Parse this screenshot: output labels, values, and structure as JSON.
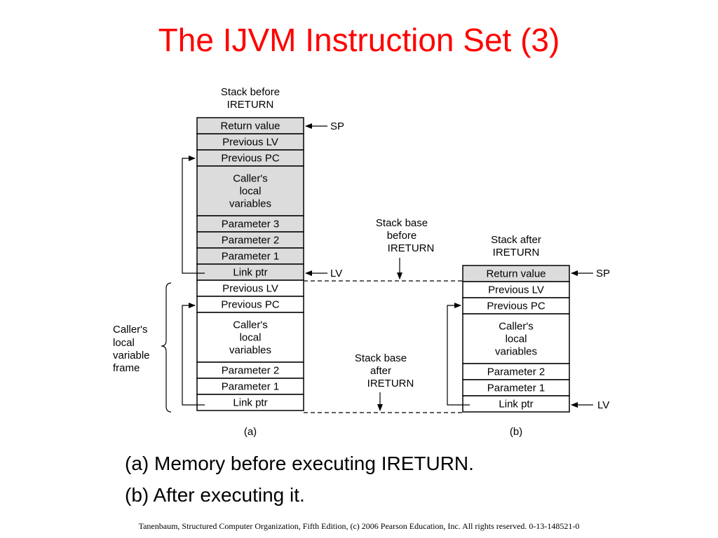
{
  "title": "The IJVM Instruction Set (3)",
  "diagram": {
    "stack_before_label": [
      "Stack before",
      "IRETURN"
    ],
    "stack_after_label": [
      "Stack after",
      "IRETURN"
    ],
    "base_before_label": [
      "Stack base",
      "before",
      "IRETURN"
    ],
    "base_after_label": [
      "Stack base",
      "after",
      "IRETURN"
    ],
    "caller_frame_label": [
      "Caller's",
      "local",
      "variable",
      "frame"
    ],
    "sp_label": "SP",
    "lv_label": "LV",
    "stack_a": [
      {
        "label": [
          "Return value"
        ],
        "shaded": true
      },
      {
        "label": [
          "Previous LV"
        ],
        "shaded": true
      },
      {
        "label": [
          "Previous PC"
        ],
        "shaded": true
      },
      {
        "label": [
          "Caller's",
          "local",
          "variables"
        ],
        "shaded": true
      },
      {
        "label": [
          "Parameter 3"
        ],
        "shaded": true
      },
      {
        "label": [
          "Parameter 2"
        ],
        "shaded": true
      },
      {
        "label": [
          "Parameter 1"
        ],
        "shaded": true
      },
      {
        "label": [
          "Link ptr"
        ],
        "shaded": true
      },
      {
        "label": [
          "Previous LV"
        ],
        "shaded": false
      },
      {
        "label": [
          "Previous PC"
        ],
        "shaded": false
      },
      {
        "label": [
          "Caller's",
          "local",
          "variables"
        ],
        "shaded": false
      },
      {
        "label": [
          "Parameter 2"
        ],
        "shaded": false
      },
      {
        "label": [
          "Parameter 1"
        ],
        "shaded": false
      },
      {
        "label": [
          "Link ptr"
        ],
        "shaded": false
      }
    ],
    "stack_b": [
      {
        "label": [
          "Return value"
        ],
        "shaded": true
      },
      {
        "label": [
          "Previous LV"
        ],
        "shaded": false
      },
      {
        "label": [
          "Previous PC"
        ],
        "shaded": false
      },
      {
        "label": [
          "Caller's",
          "local",
          "variables"
        ],
        "shaded": false
      },
      {
        "label": [
          "Parameter 2"
        ],
        "shaded": false
      },
      {
        "label": [
          "Parameter 1"
        ],
        "shaded": false
      },
      {
        "label": [
          "Link ptr"
        ],
        "shaded": false
      }
    ],
    "label_a": "(a)",
    "label_b": "(b)",
    "shade_color": "#dcdcdc"
  },
  "captions": [
    "(a) Memory before executing IRETURN.",
    "(b) After executing it."
  ],
  "footer": "Tanenbaum, Structured Computer Organization, Fifth Edition, (c) 2006 Pearson Education, Inc. All rights reserved. 0-13-148521-0"
}
